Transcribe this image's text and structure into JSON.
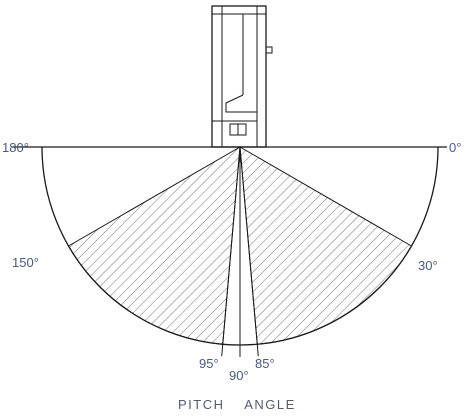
{
  "angle_labels": {
    "a0": "0°",
    "a30": "30°",
    "a85": "85°",
    "a90": "90°",
    "a95": "95°",
    "a150": "150°",
    "a180": "180°"
  },
  "caption": "PITCH    ANGLE",
  "colors": {
    "line": "#1a1a1a",
    "label_text": "#4a5a80",
    "caption_text": "#555b6e",
    "hatch": "#4d4d4d"
  },
  "hatched_ranges_deg": [
    [
      30,
      85
    ],
    [
      95,
      150
    ]
  ]
}
